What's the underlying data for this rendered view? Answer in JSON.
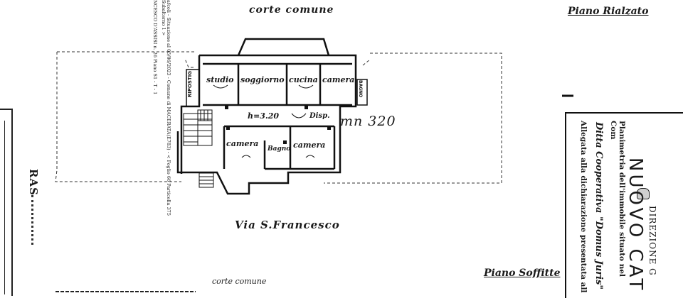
{
  "top_label": "corte comune",
  "title_rialzato": "Piano Rialzato",
  "title_soffitte": "Piano Soffitte",
  "bottom_label": "corte comune",
  "street_label": "Via S.Francesco",
  "rooms": {
    "studio": "studio",
    "soggiorno": "soggiorno",
    "cucina": "cucina",
    "camera1": "camera",
    "camera2": "camera",
    "camera3": "camera",
    "bagno": "Bagno",
    "disp": "Disp.",
    "height": "h=3.20",
    "rip_left": "RIPOSTIG",
    "rip_right": "BAGNO"
  },
  "handwritten_note": "mn 320",
  "left_stamp_lines": [
    "afcoli - Situazione al 05/06/2023 - Comune di MACERATA(E783) - < Foglio 66 Particella 375 Subalterno 1 >",
    "NCESCO D'ASSISI n. 26 Piano S1 - T - 1"
  ],
  "left_edge_text": "RAS",
  "right_header": "DIREZIONE G",
  "right_title": "NUOVO CAT",
  "right_lines": [
    "Planimetria dell'immobile situato nel Com",
    "Ditta Cooperativa \"Domus Juris\"",
    "Allegata alla dichiarazione presentata all"
  ]
}
